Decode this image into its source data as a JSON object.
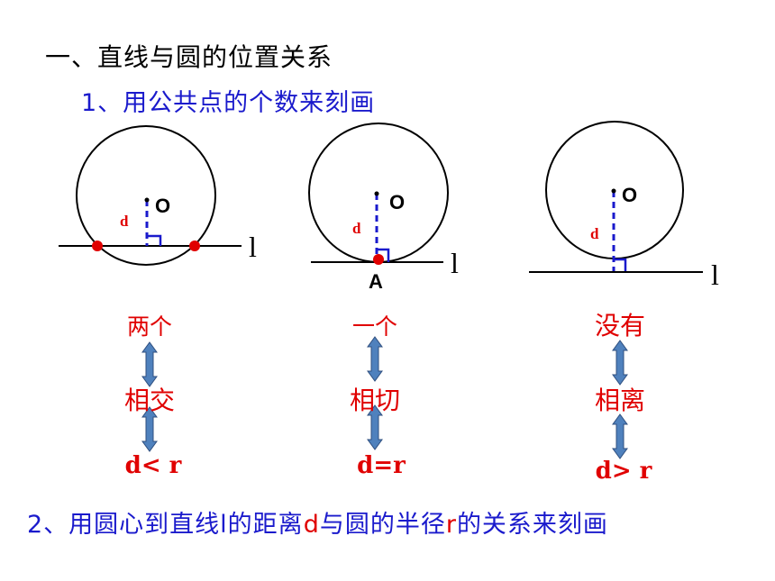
{
  "title": "一、直线与圆的位置关系",
  "subtitle": "1、用公共点的个数来刻画",
  "cases": [
    {
      "center_label": "O",
      "d_label": "d",
      "line_label": "l",
      "point_label": "",
      "count": "两个",
      "relation": "相交",
      "condition": "d< r"
    },
    {
      "center_label": "O",
      "d_label": "d",
      "line_label": "l",
      "point_label": "A",
      "count": "一个",
      "relation": "相切",
      "condition": "d=r"
    },
    {
      "center_label": "O",
      "d_label": "d",
      "line_label": "l",
      "point_label": "",
      "count": "没有",
      "relation": "相离",
      "condition": "d> r"
    }
  ],
  "bottom": {
    "part1": "2、用圆心到直线l的距离",
    "d": "d",
    "part2": "与圆的半径",
    "r": "r",
    "part3": "的关系来刻画"
  },
  "colors": {
    "title": "#000000",
    "blue_text": "#1a1acc",
    "red": "#e00000",
    "dash_blue": "#1a1acc",
    "arrow_fill": "#4f81bd",
    "arrow_stroke": "#2f4f7f"
  }
}
